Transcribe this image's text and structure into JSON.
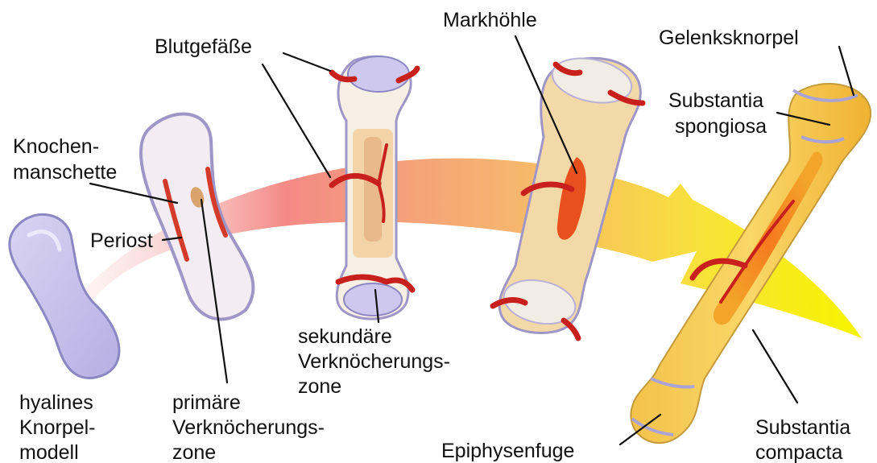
{
  "colors": {
    "cartilage": "#ccc5ec",
    "cartilage_rim": "#8c86c2",
    "collar": "#d43b2b",
    "vessel": "#c8201c",
    "spongy_bone": "#f1d49e",
    "compact_bone": "#f2b53a",
    "marrow": "#e8501e",
    "arrow_start": "#f27a7a",
    "arrow_end": "#f5f000"
  },
  "labels": {
    "blutgefaesse": "Blutgefäße",
    "markhoehle": "Markhöhle",
    "gelenksknorpel": "Gelenksknorpel",
    "substantia_spongiosa": [
      "Substantia",
      "spongiosa"
    ],
    "knochenmanschette": [
      "Knochen-",
      "manschette"
    ],
    "periost": "Periost",
    "hyalines_knorpelmodell": [
      "hyalines",
      "Knorpel-",
      "modell"
    ],
    "primaere_zone": [
      "primäre",
      "Verknöcherungs-",
      "zone"
    ],
    "sekundaere_zone": [
      "sekundäre",
      "Verknöcherungs-",
      "zone"
    ],
    "epiphysenfuge": "Epiphysenfuge",
    "substantia_compacta": [
      "Substantia",
      "compacta"
    ]
  },
  "icons": {
    "stage_1": "hyaline-cartilage-model-icon",
    "stage_2": "bone-collar-stage-icon",
    "stage_3": "secondary-ossification-stage-icon",
    "stage_4": "marrow-cavity-stage-icon",
    "stage_5": "mature-long-bone-icon",
    "arrow": "development-arrow-icon"
  }
}
